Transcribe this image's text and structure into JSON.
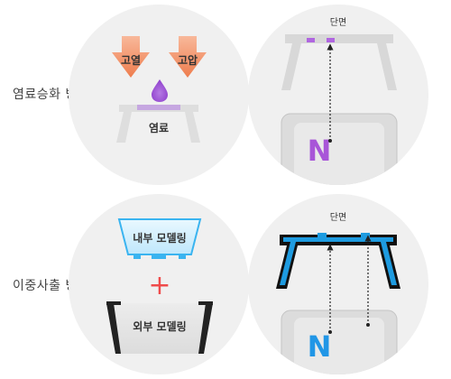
{
  "rows": [
    {
      "method_label": "염료승화 방식",
      "left": {
        "heat_label": "고열",
        "pressure_label": "고압",
        "dye_label": "염료"
      },
      "right": {
        "cross_section_label": "단면",
        "nozzle_letter": "N"
      }
    },
    {
      "method_label": "이중사출 방식",
      "left": {
        "inner_label": "내부 모델링",
        "plus_sign": "+",
        "outer_label": "외부 모델링"
      },
      "right": {
        "cross_section_label": "단면",
        "nozzle_letter": "N"
      }
    }
  ],
  "colors": {
    "circle_bg": "#f0f0f0",
    "arrow_orange": "#f08a5d",
    "dye_purple": "#9c4fd6",
    "nozzle_letter": "#a855d8",
    "double_blue": "#1e9be0",
    "double_letter": "#2196e6",
    "plus_red": "#ef4b4b",
    "inner_fill": "#cfeefe"
  }
}
